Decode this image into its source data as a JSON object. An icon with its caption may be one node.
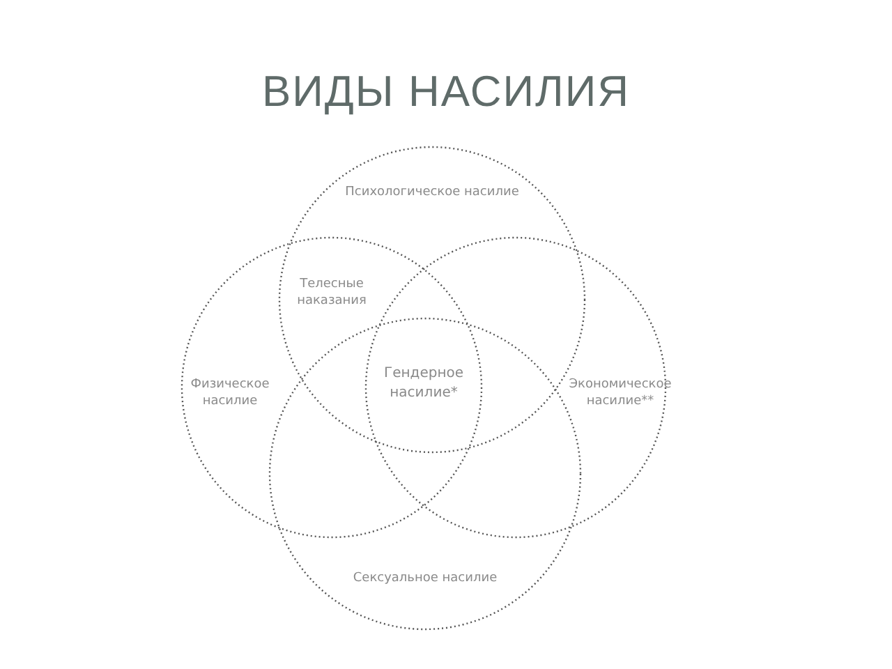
{
  "diagram": {
    "title": "ВИДЫ НАСИЛИЯ",
    "nodes": [
      {
        "text": [
          "Психологическое насилие"
        ]
      },
      {
        "text": [
          "Физическое насилие"
        ]
      },
      {
        "text": [
          "Экономическое насилие**"
        ]
      },
      {
        "text": [
          "Сексуальное насилие"
        ]
      }
    ],
    "labels": [
      "Телесные наказания",
      "Гендерное насилие*"
    ]
  }
}
